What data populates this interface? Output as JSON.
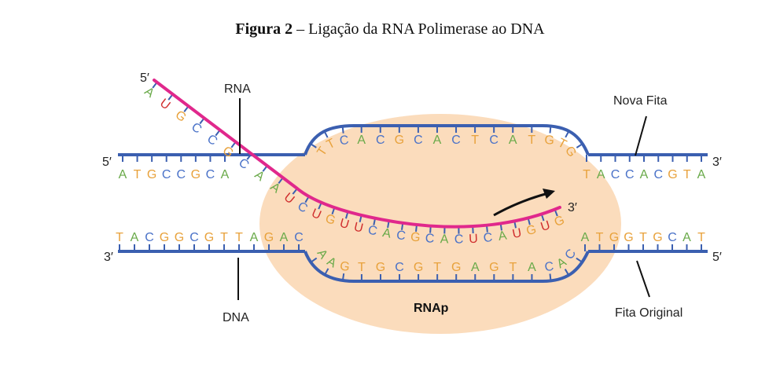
{
  "title": {
    "bold": "Figura 2",
    "rest": " – Ligação da RNA Polimerase ao DNA"
  },
  "labels": {
    "rna": "RNA",
    "dna": "DNA",
    "rnap": "RNAp",
    "nova_fita": "Nova Fita",
    "fita_original": "Fita Original",
    "rna_5prime": "5′",
    "rna_3prime": "3′",
    "top_left_5prime": "5′",
    "top_right_3prime": "3′",
    "bottom_left_3prime": "3′",
    "bottom_right_5prime": "5′"
  },
  "sequences": {
    "top_left": "ATGCCGCA",
    "top_bubble": "TTCACGCACTCATGTG",
    "top_right": "TACCACGTA",
    "bottom_left": "TACGGCGTTAGAC",
    "bottom_bubble": "AAGTGCGTGAGTACAC",
    "bottom_right": "ATGGTGCAT",
    "rna_upper": "AUGCCGCAA",
    "rna_lower": "UCUGUUCACGCACUCAUGUG"
  },
  "colors": {
    "backbone": "#3b5fb0",
    "rna_strand": "#e0288c",
    "bubble": "#fbdcbc",
    "A": "#6aaa4a",
    "T": "#e8a23c",
    "U": "#d02e2e",
    "C": "#4a72c8",
    "G": "#e8a23c"
  }
}
